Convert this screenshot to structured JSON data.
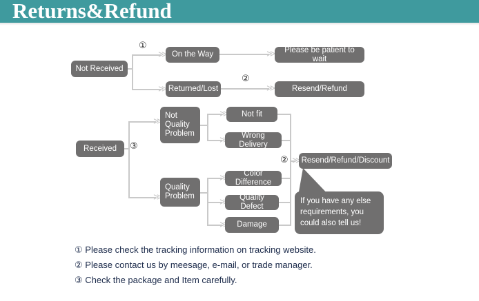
{
  "header": {
    "title": "Returns&Refund",
    "background_color": "#3f9a9e",
    "title_color": "#ffffff"
  },
  "theme": {
    "node_color": "#706f6f",
    "line_color": "#c9c9c9",
    "note_text_color": "#1b2a4a"
  },
  "flow": {
    "nodes": {
      "not_received": "Not Received",
      "on_the_way": "On the Way",
      "returned_lost": "Returned/Lost",
      "please_wait": "Please be patient to wait",
      "resend_refund": "Resend/Refund",
      "received": "Received",
      "not_quality_problem": "Not\nQuality\nProblem",
      "quality_problem": "Quality\nProblem",
      "not_fit": "Not fit",
      "wrong_delivery": "Wrong Delivery",
      "color_difference": "Color Difference",
      "quality_defect": "Quality Defect",
      "damage": "Damage",
      "resend_refund_discount": "Resend/Refund/Discount"
    },
    "markers": {
      "m1": "①",
      "m2_top": "②",
      "m2_bottom": "②",
      "m3": "③"
    },
    "bubble": "If you have any else requirements, you could also tell us!",
    "arrow_glyph": "≫"
  },
  "notes": [
    {
      "num": "①",
      "text": "Please check the tracking information on tracking website."
    },
    {
      "num": "②",
      "text": "Please contact us by meesage, e-mail, or trade manager."
    },
    {
      "num": "③",
      "text": "Check the package and Item carefully."
    }
  ]
}
